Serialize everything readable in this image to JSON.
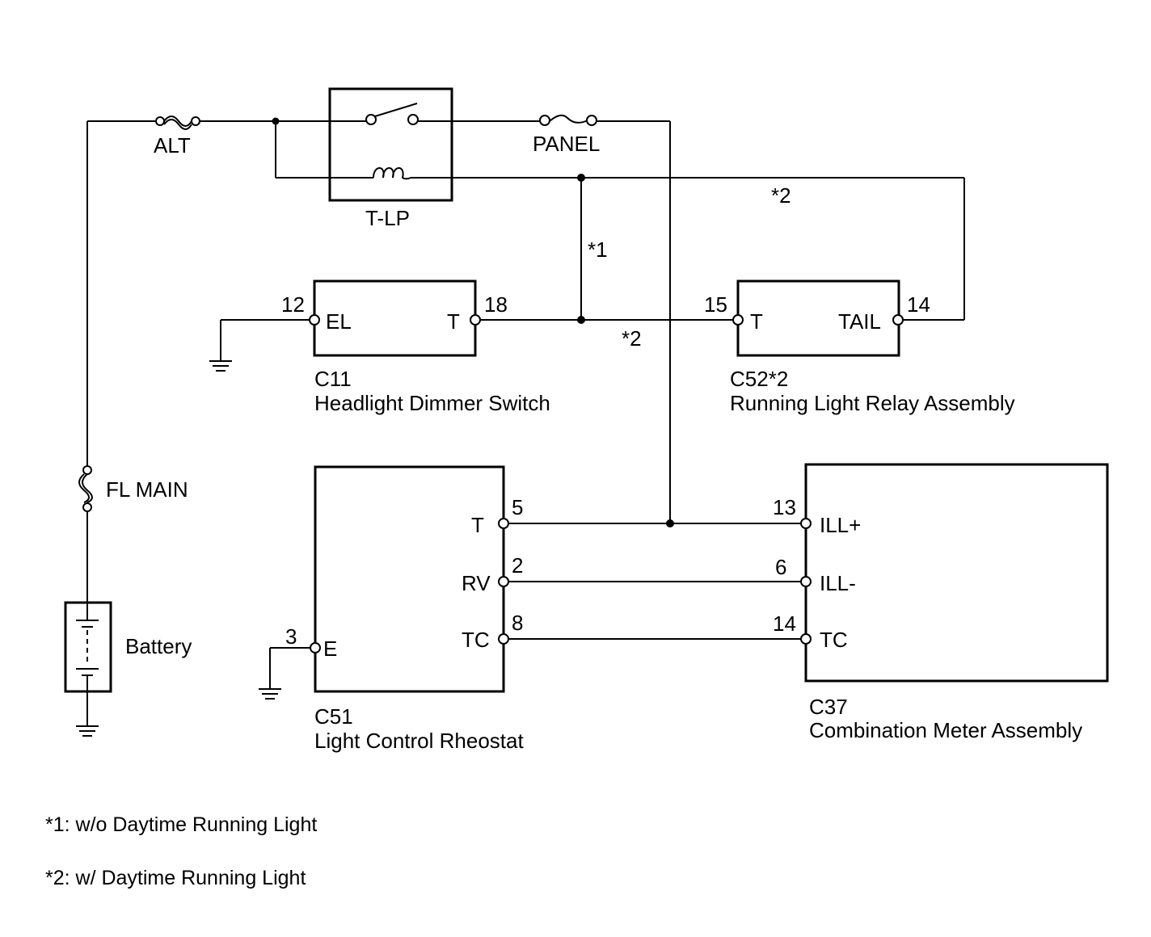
{
  "fuses": {
    "alt": "ALT",
    "panel": "PANEL",
    "fl_main": "FL MAIN"
  },
  "relay": {
    "name": "T-LP"
  },
  "battery": {
    "label": "Battery"
  },
  "tags": {
    "t1": "*1",
    "t2a": "*2",
    "t2b": "*2"
  },
  "c11": {
    "code": "C11",
    "name": "Headlight Dimmer Switch",
    "pins": {
      "el_num": "12",
      "el": "EL",
      "t": "T",
      "t_num": "18"
    }
  },
  "c52": {
    "code": "C52*2",
    "name": "Running Light Relay Assembly",
    "pins": {
      "t_num": "15",
      "t": "T",
      "tail": "TAIL",
      "tail_num": "14"
    }
  },
  "c51": {
    "code": "C51",
    "name": "Light Control Rheostat",
    "pins": {
      "t": "T",
      "t_num": "5",
      "rv": "RV",
      "rv_num": "2",
      "tc": "TC",
      "tc_num": "8",
      "e": "E",
      "e_num": "3"
    }
  },
  "c37": {
    "code": "C37",
    "name": "Combination Meter Assembly",
    "pins": {
      "ill_plus_num": "13",
      "ill_plus": "ILL+",
      "ill_minus_num": "6",
      "ill_minus": "ILL-",
      "tc_num": "14",
      "tc": "TC"
    }
  },
  "notes": {
    "n1": "*1: w/o Daytime Running Light",
    "n2": "*2: w/ Daytime Running Light"
  }
}
